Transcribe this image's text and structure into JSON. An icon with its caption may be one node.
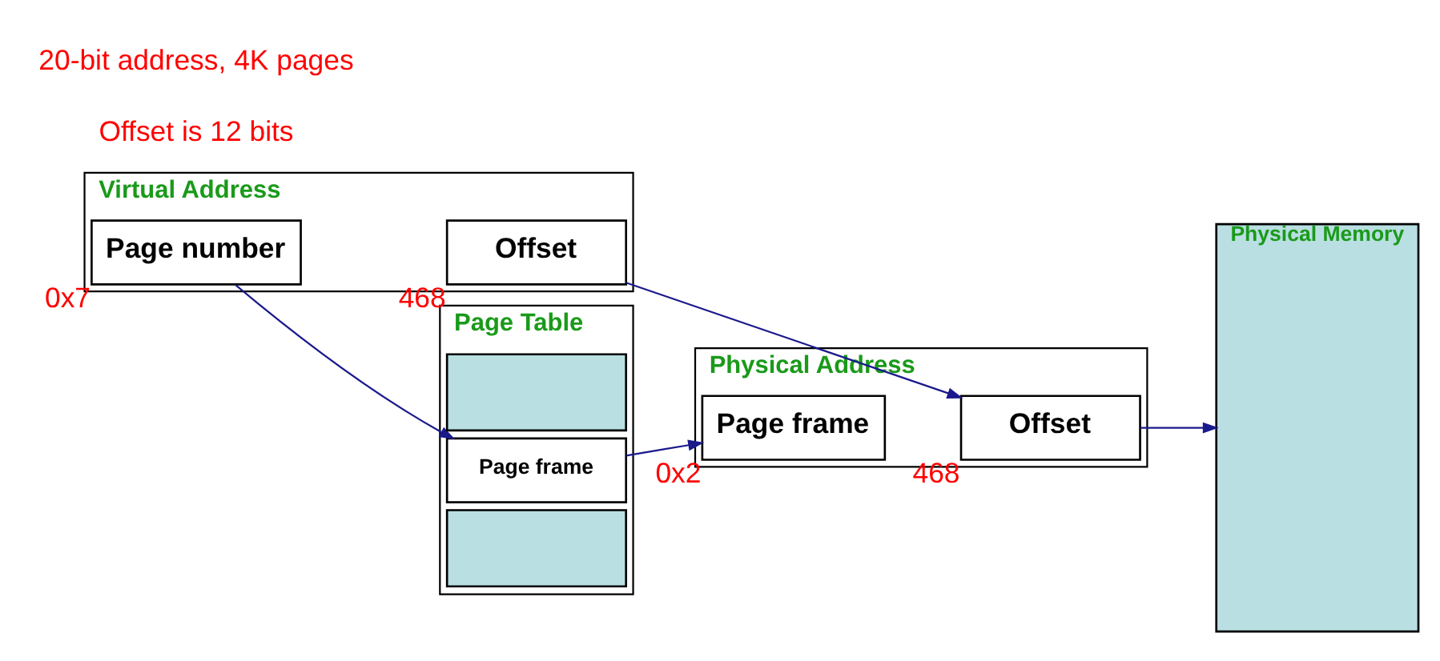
{
  "diagram": {
    "nodes": [
      {
        "text": [
          "Virtual Address"
        ]
      },
      {
        "text": [
          "Page number"
        ],
        "in": 0,
        "beside": [
          "0x7"
        ]
      },
      {
        "text": [
          "Offset"
        ],
        "in": 0,
        "beside": [
          "468"
        ]
      },
      {
        "text": [
          "Page Table"
        ]
      },
      {
        "text": [],
        "shape": "box",
        "in": 3
      },
      {
        "text": [
          "Page frame"
        ],
        "in": 3
      },
      {
        "text": [],
        "shape": "box",
        "in": 3
      },
      {
        "text": [
          "Physical Address"
        ]
      },
      {
        "text": [
          "Page frame"
        ],
        "in": 7,
        "beside": [
          "0x2"
        ]
      },
      {
        "text": [
          "Offset"
        ],
        "in": 7,
        "beside": [
          "468"
        ]
      },
      {
        "text": [
          "Physical Memory"
        ]
      }
    ],
    "edges": [
      {
        "from": 1,
        "to": 5,
        "arrow": "to"
      },
      {
        "from": 2,
        "to": 9,
        "arrow": "to"
      },
      {
        "from": 5,
        "to": 8,
        "arrow": "to"
      },
      {
        "from": 9,
        "to": 10,
        "arrow": "to"
      }
    ],
    "labels": [
      "20-bit address, 4K pages",
      "Offset is 12 bits"
    ]
  }
}
